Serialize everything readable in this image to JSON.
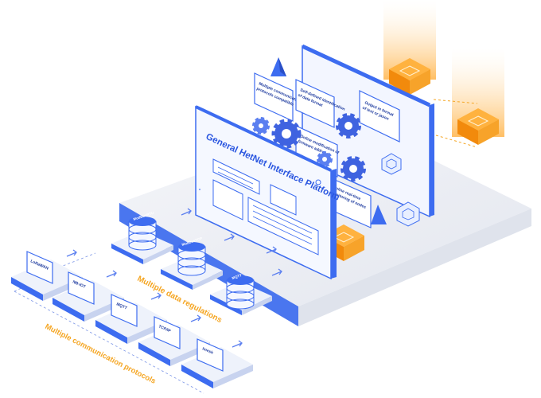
{
  "platform": {
    "title": "General HetNet Interface Platform"
  },
  "features": {
    "multi_protocol": [
      "Multiple communication",
      "protocols compatible"
    ],
    "self_defined_id": [
      "Self-defined identification",
      "of data format"
    ],
    "output_format": [
      "Output in format",
      "of text or jason"
    ],
    "firmware": [
      "Online modification of",
      "firmware address"
    ],
    "monitoring": [
      "Online real-time",
      "monitoring of nodes"
    ]
  },
  "databases": {
    "modbus": "ModBusRTU",
    "modbus_tcp": "ModBusTCP",
    "db3": "MQTT"
  },
  "protocols": {
    "lorawan": "LoRaWAN",
    "nbiot": "NB-IOT",
    "mqtt": "MQTT",
    "tcpip": "TCP/IP",
    "imesh": "Imesh"
  },
  "labels": {
    "data_regulations": "Multiple data regulations",
    "communication_protocols": "Multiple communication protocols"
  },
  "colors": {
    "blue": "#3d6cf0",
    "light_blue": "#e8efff",
    "orange": "#f5a623",
    "platform_top": "#eef0f5",
    "gear": "#3f63e0"
  }
}
